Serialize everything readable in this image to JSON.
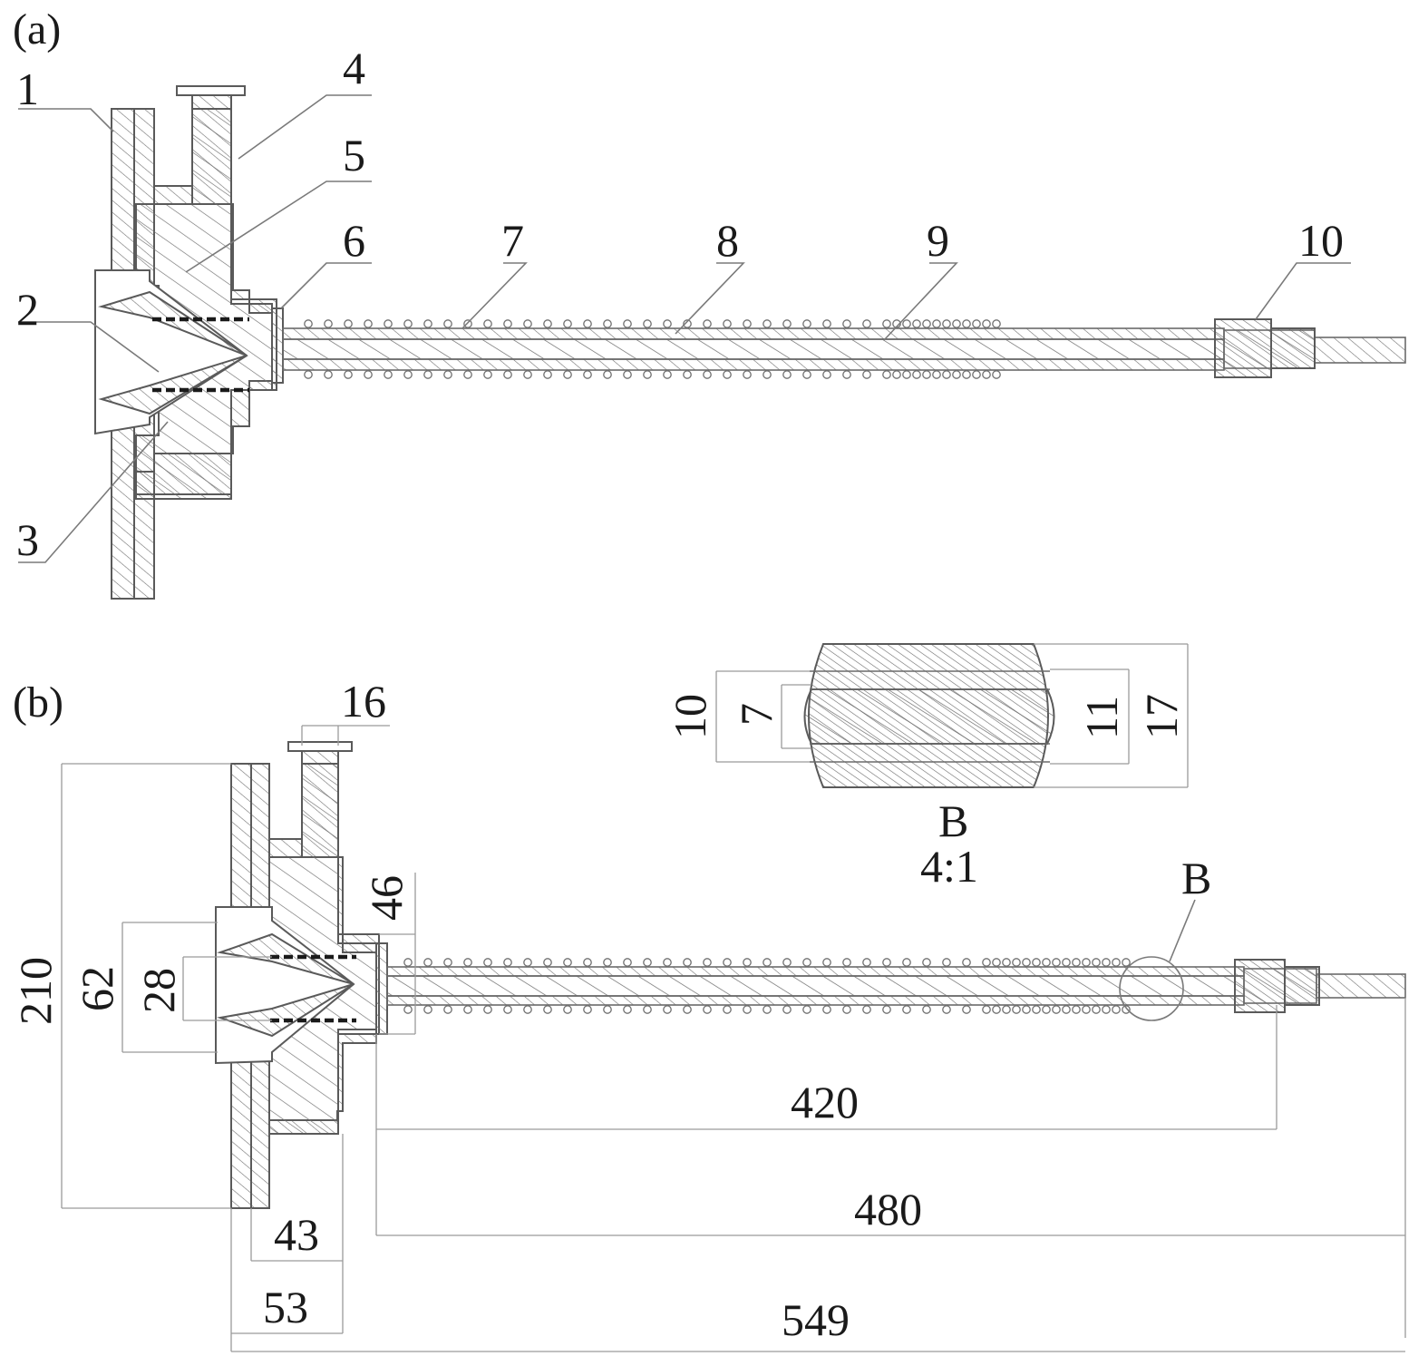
{
  "panels": {
    "a": "(a)",
    "b": "(b)"
  },
  "part_labels": [
    "1",
    "2",
    "3",
    "4",
    "5",
    "6",
    "7",
    "8",
    "9",
    "10"
  ],
  "dimensions": {
    "d16": "16",
    "d210": "210",
    "d62": "62",
    "d28": "28",
    "d46": "46",
    "d420": "420",
    "d480": "480",
    "d43": "43",
    "d53": "53",
    "d549": "549"
  },
  "detail": {
    "name": "B",
    "scale": "4:1",
    "d10": "10",
    "d7": "7",
    "d11": "11",
    "d17": "17"
  },
  "callout": "B",
  "colors": {
    "line": "#5a5a5a",
    "hatch": "#6e6e6e",
    "dim": "#9a9a9a",
    "text": "#1a1a1a"
  }
}
